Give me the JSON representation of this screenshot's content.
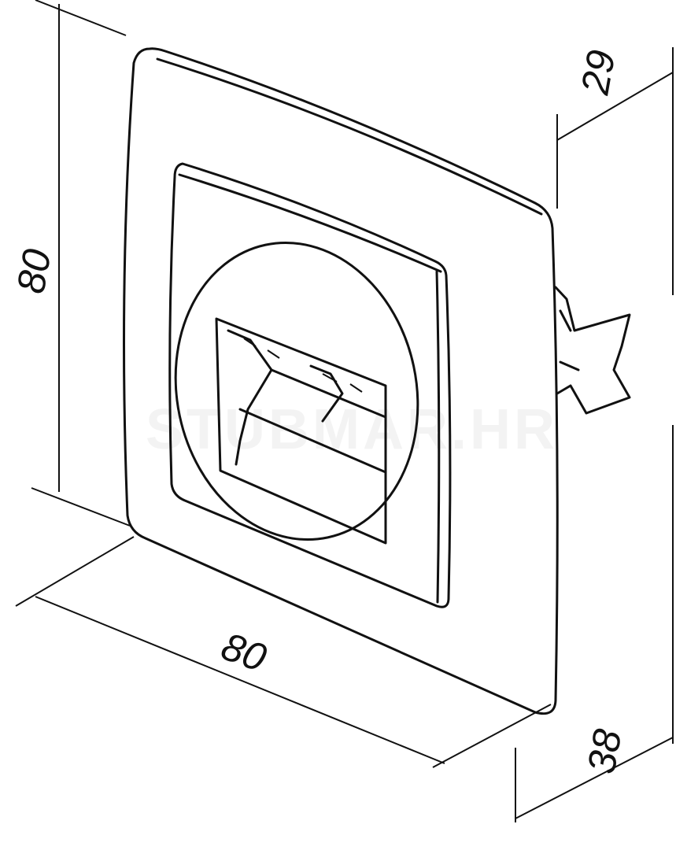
{
  "drawing": {
    "title": "Data socket 2x RJ45 dimensions",
    "dimensions": {
      "height": "80",
      "width": "80",
      "depth_front": "29",
      "depth_total": "38"
    },
    "watermark": "STUBMAR.HR",
    "line_color": "#111111"
  }
}
